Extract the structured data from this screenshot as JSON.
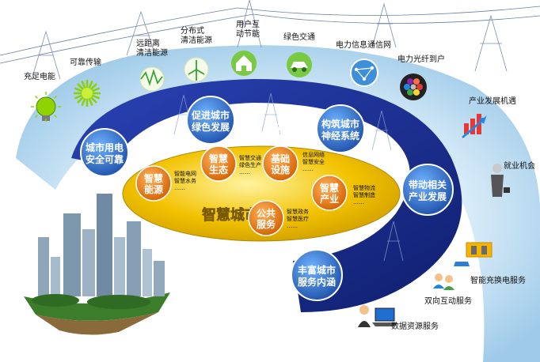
{
  "top_icons": [
    {
      "label": "充足电能",
      "icon": "bulb-icon"
    },
    {
      "label": "可靠传输",
      "icon": "sunburst-icon"
    },
    {
      "label": "远距离",
      "label2": "清洁能源",
      "icon": "wave-icon"
    },
    {
      "label": "分布式",
      "label2": "清洁能源",
      "icon": "wind-turbine-icon"
    },
    {
      "label": "用户互",
      "label2": "动节能",
      "icon": "house-icon"
    },
    {
      "label": "绿色交通",
      "icon": "electric-car-icon"
    },
    {
      "label": "电力信息通信网",
      "icon": "network-globe-icon"
    },
    {
      "label": "电力光纤到户",
      "icon": "fiber-cable-icon"
    }
  ],
  "right_icons": [
    {
      "label": "产业发展机遇",
      "icon": "bar-growth-icon"
    },
    {
      "label": "就业机会",
      "icon": "businessman-icon"
    },
    {
      "label": "智能充换电服务",
      "icon": "charging-station-icon"
    },
    {
      "label": "双向互动服务",
      "icon": "people-interaction-icon"
    },
    {
      "label": "数据资源服务",
      "icon": "laptop-user-icon"
    }
  ],
  "ring_title": "智能电网",
  "outer_circles": [
    {
      "line1": "城市用电",
      "line2": "安全可靠"
    },
    {
      "line1": "促进城市",
      "line2": "绿色发展"
    },
    {
      "line1": "构筑城市",
      "line2": "神经系统"
    },
    {
      "line1": "带动相关",
      "line2": "产业发展"
    },
    {
      "line1": "丰富城市",
      "line2": "服务内涵"
    }
  ],
  "center_title": "智慧城市",
  "inner_circles": [
    {
      "line1": "智慧",
      "line2": "能源",
      "notes": [
        "智能电网",
        "智慧水务",
        "……"
      ]
    },
    {
      "line1": "智慧",
      "line2": "生态",
      "notes": [
        "智慧交通",
        "绿色生产",
        "……"
      ]
    },
    {
      "line1": "基础",
      "line2": "设施",
      "notes": [
        "信息网络",
        "智慧安全",
        "……"
      ]
    },
    {
      "line1": "智慧",
      "line2": "产业",
      "notes": [
        "智慧物流",
        "智慧制造",
        "……"
      ]
    },
    {
      "line1": "公共",
      "line2": "服务",
      "notes": [
        "智慧政务",
        "智慧医疗",
        "……"
      ]
    }
  ],
  "colors": {
    "navy": "#1a2d8c",
    "sky": "#b8dcf2",
    "gold": "#e8b800",
    "circle_blue": "#2a6fc4"
  }
}
